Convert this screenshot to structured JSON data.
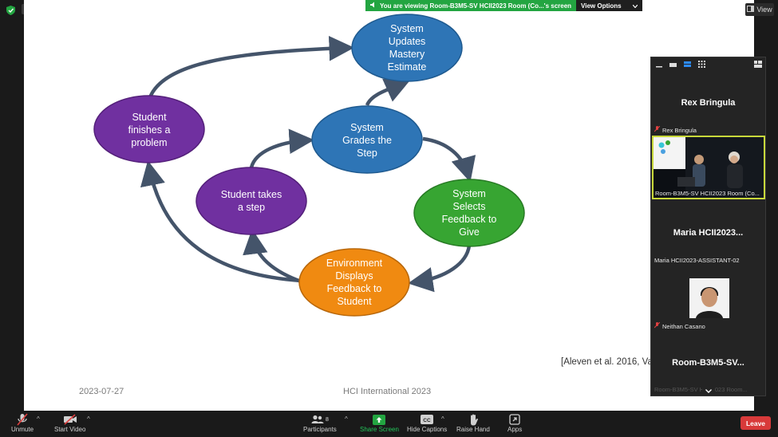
{
  "window": {
    "share_banner": "You are viewing Room-B3M5-SV HCII2023 Room (Co...'s screen",
    "view_options": "View Options",
    "view_button": "View"
  },
  "slide": {
    "nodes": {
      "updates": [
        "System",
        "Updates",
        "Mastery",
        "Estimate"
      ],
      "finishes": [
        "Student",
        "finishes a",
        "problem"
      ],
      "grades": [
        "System",
        "Grades the",
        "Step"
      ],
      "takes": [
        "Student takes",
        "a step"
      ],
      "selects": [
        "System",
        "Selects",
        "Feedback to",
        "Give"
      ],
      "displays": [
        "Environment",
        "Displays",
        "Feedback to",
        "Student"
      ]
    },
    "citation": "[Aleven et al. 2016, Va",
    "date": "2023-07-27",
    "conference": "HCI International 2023"
  },
  "colors": {
    "blue": "#2e75b6",
    "purple": "#7030a0",
    "green": "#37a532",
    "orange": "#f08a11",
    "arrow": "#44546a",
    "share_green": "#23a541",
    "leave_red": "#d83a3a"
  },
  "participants_panel": {
    "tile1_name": "Rex Bringula",
    "tile1_label": "Rex Bringula",
    "tile2_label": "Room-B3M5-SV HCII2023 Room (Co...",
    "tile3_name": "Maria  HCII2023...",
    "tile3_label": "Maria HCII2023-ASSISTANT-02",
    "tile4_label": "Neithan Casano",
    "tile5_name": "Room-B3M5-SV...",
    "tile5_label": "Room-B3M5-SV HCII2023 Room..."
  },
  "toolbar": {
    "unmute": "Unmute",
    "start_video": "Start Video",
    "participants": "Participants",
    "participants_count": "8",
    "share_screen": "Share Screen",
    "hide_captions": "Hide Captions",
    "raise_hand": "Raise Hand",
    "apps": "Apps",
    "leave": "Leave"
  }
}
